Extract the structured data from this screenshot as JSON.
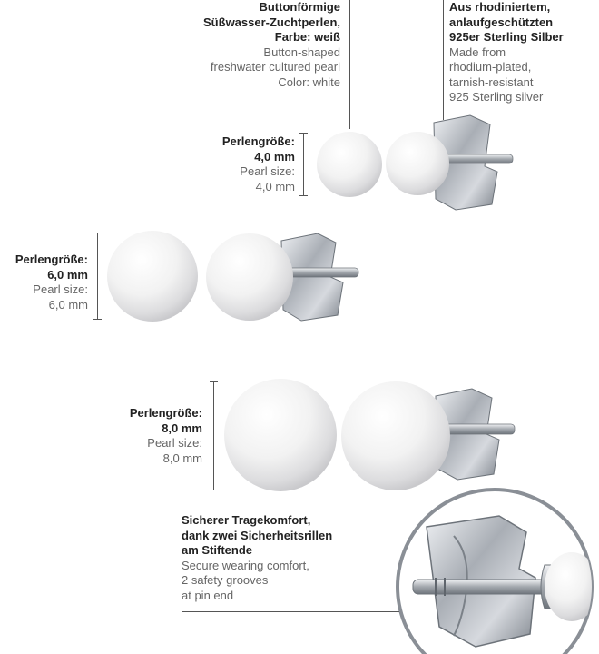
{
  "pearl": {
    "de": [
      "Buttonförmige",
      "Süßwasser-Zuchtperlen,",
      "Farbe: weiß"
    ],
    "en": [
      "Button-shaped",
      "freshwater cultured pearl",
      "Color: white"
    ]
  },
  "silver": {
    "de": [
      "Aus rhodiniertem,",
      "anlaufgeschützten",
      "925er Sterling Silber"
    ],
    "en": [
      "Made from",
      "rhodium-plated,",
      "tarnish-resistant",
      "925 Sterling silver"
    ]
  },
  "sizes": [
    {
      "de_label": "Perlengröße:",
      "de_value": "4,0 mm",
      "en_label": "Pearl size:",
      "en_value": "4,0 mm"
    },
    {
      "de_label": "Perlengröße:",
      "de_value": "6,0 mm",
      "en_label": "Pearl size:",
      "en_value": "6,0 mm"
    },
    {
      "de_label": "Perlengröße:",
      "de_value": "8,0 mm",
      "en_label": "Pearl size:",
      "en_value": "8,0 mm"
    }
  ],
  "comfort": {
    "de": [
      "Sicherer Tragekomfort,",
      "dank zwei Sicherheitsrillen",
      "am Stiftende"
    ],
    "en": [
      "Secure wearing comfort,",
      "2 safety grooves",
      "at pin end"
    ]
  },
  "colors": {
    "pearl": "#f4f4f4",
    "silver": "#b8bcc2",
    "text_de": "#222222",
    "text_en": "#666666"
  }
}
